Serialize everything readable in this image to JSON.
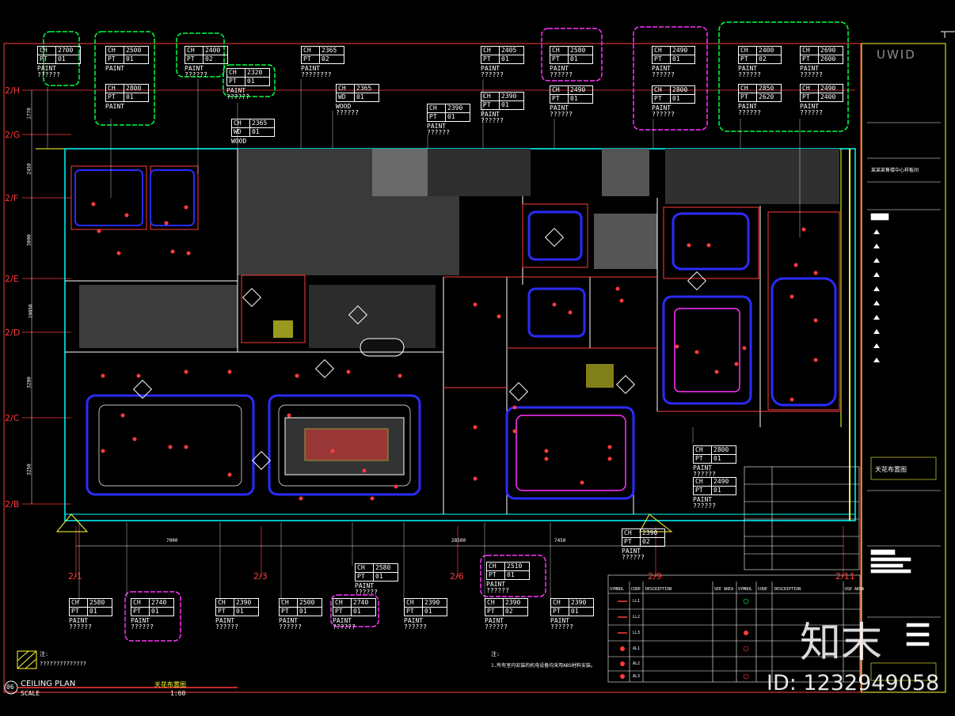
{
  "drawing": {
    "title": "CEILING PLAN",
    "title_cn": "天花布置图",
    "scale_label": "SCALE",
    "scale": "1:60",
    "sheet_no": "06",
    "logo": "UWID",
    "note_label": "注:",
    "note": "1.所有室内安装的机电设备均采用ABS材料安装。",
    "hatch_note": "??????????????",
    "watermark_brand": "知末",
    "watermark_id": "ID: 1232949058",
    "titleblock_project": "某某某售楼中心样板间",
    "titleblock_sheet": "天花布置图"
  },
  "axes": {
    "rows": [
      "2/H",
      "2/G",
      "2/F",
      "2/E",
      "2/D",
      "2/C",
      "2/B"
    ],
    "cols": [
      "2/1",
      "2/3",
      "2/6",
      "2/9",
      "2/11"
    ]
  },
  "dims": {
    "left": [
      "1770",
      "2450",
      "3000",
      "19850",
      "3200",
      "3250"
    ],
    "bottom": [
      "7000",
      "28500",
      "7450"
    ]
  },
  "tags": [
    {
      "ch": "2700",
      "pt": "01",
      "label": "PAINT",
      "sub": "??????"
    },
    {
      "ch": "2500",
      "pt": "01",
      "label": "PAINT",
      "sub": ""
    },
    {
      "ch": "2800",
      "pt": "01",
      "label": "PAINT",
      "sub": ""
    },
    {
      "ch": "2400",
      "pt": "02",
      "label": "PAINT",
      "sub": "??????"
    },
    {
      "ch": "2320",
      "pt": "01",
      "label": "PAINT",
      "sub": "??????"
    },
    {
      "ch": "2365",
      "pt": "02",
      "label": "PAINT",
      "sub": "????????"
    },
    {
      "ch": "2365",
      "pt": "01",
      "label": "WOOD",
      "sub": "??????"
    },
    {
      "ch": "2365",
      "pt": "01",
      "label": "WOOD",
      "sub": ""
    },
    {
      "ch": "2390",
      "pt": "01",
      "label": "PAINT",
      "sub": "??????"
    },
    {
      "ch": "2405",
      "pt": "01",
      "label": "PAINT",
      "sub": "??????"
    },
    {
      "ch": "2390",
      "pt": "01",
      "label": "PAINT",
      "sub": "??????"
    },
    {
      "ch": "2580",
      "pt": "01",
      "label": "PAINT",
      "sub": "??????"
    },
    {
      "ch": "2490",
      "pt": "01",
      "label": "PAINT",
      "sub": "??????"
    },
    {
      "ch": "2490",
      "pt": "01",
      "label": "PAINT",
      "sub": "??????"
    },
    {
      "ch": "2800",
      "pt": "01",
      "label": "PAINT",
      "sub": "??????"
    },
    {
      "ch": "2400",
      "pt": "02",
      "label": "PAINT",
      "sub": "??????"
    },
    {
      "ch": "2850",
      "pt": "2620",
      "label": "PAINT",
      "sub": "??????"
    },
    {
      "ch": "2690",
      "pt": "2600",
      "label": "PAINT",
      "sub": "??????"
    },
    {
      "ch": "2490",
      "pt": "2400",
      "label": "PAINT",
      "sub": "??????"
    },
    {
      "ch": "2800",
      "pt": "01",
      "label": "PAINT",
      "sub": "??????"
    },
    {
      "ch": "2490",
      "pt": "01",
      "label": "PAINT",
      "sub": "??????"
    },
    {
      "ch": "2390",
      "pt": "02",
      "label": "PAINT",
      "sub": "??????"
    },
    {
      "ch": "2580",
      "pt": "01",
      "label": "PAINT",
      "sub": "??????"
    },
    {
      "ch": "2510",
      "pt": "01",
      "label": "PAINT",
      "sub": "??????"
    },
    {
      "ch": "2580",
      "pt": "01",
      "label": "PAINT",
      "sub": "??????"
    },
    {
      "ch": "2740",
      "pt": "01",
      "label": "PAINT",
      "sub": "??????"
    },
    {
      "ch": "2390",
      "pt": "01",
      "label": "PAINT",
      "sub": "??????"
    },
    {
      "ch": "2500",
      "pt": "01",
      "label": "PAINT",
      "sub": "??????"
    },
    {
      "ch": "2740",
      "pt": "01",
      "label": "PAINT",
      "sub": "??????"
    },
    {
      "ch": "2390",
      "pt": "01",
      "label": "PAINT",
      "sub": "??????"
    },
    {
      "ch": "2390",
      "pt": "02",
      "label": "PAINT",
      "sub": "??????"
    },
    {
      "ch": "2390",
      "pt": "01",
      "label": "PAINT",
      "sub": "??????"
    }
  ],
  "legend_head": [
    "SYMBOL",
    "CODE",
    "DESCRIPTION",
    "SEE AREA",
    "SYMBOL",
    "CODE",
    "DESCRIPTION",
    "USE AREA"
  ],
  "legend_codes": [
    "LL1",
    "LL2",
    "LL3",
    "AL1",
    "AL2",
    "AL3"
  ],
  "colors": {
    "red": "#ff3b3b",
    "blue": "#2b2bff",
    "magenta": "#ff33ff",
    "green": "#00ff44",
    "yellow": "#ffff33",
    "cyan": "#00ffff",
    "gray": "#7a7a7a",
    "white": "#ffffff"
  }
}
